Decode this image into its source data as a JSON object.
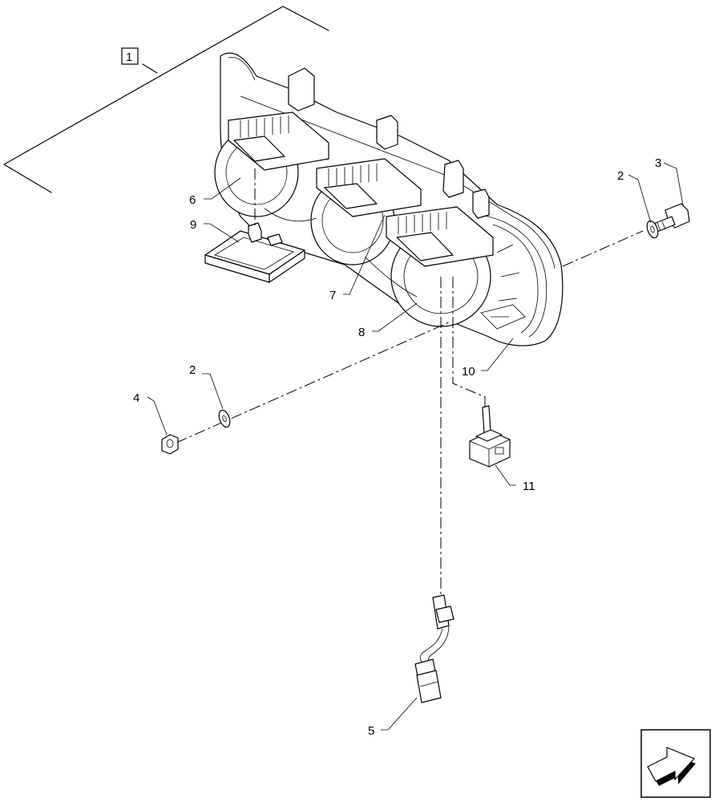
{
  "callouts": {
    "c1": "1",
    "c2a": "2",
    "c2b": "2",
    "c3": "3",
    "c4": "4",
    "c5": "5",
    "c6": "6",
    "c7": "7",
    "c8": "8",
    "c9": "9",
    "c10": "10",
    "c11": "11"
  },
  "nav_icon": "next-page-arrow-icon"
}
